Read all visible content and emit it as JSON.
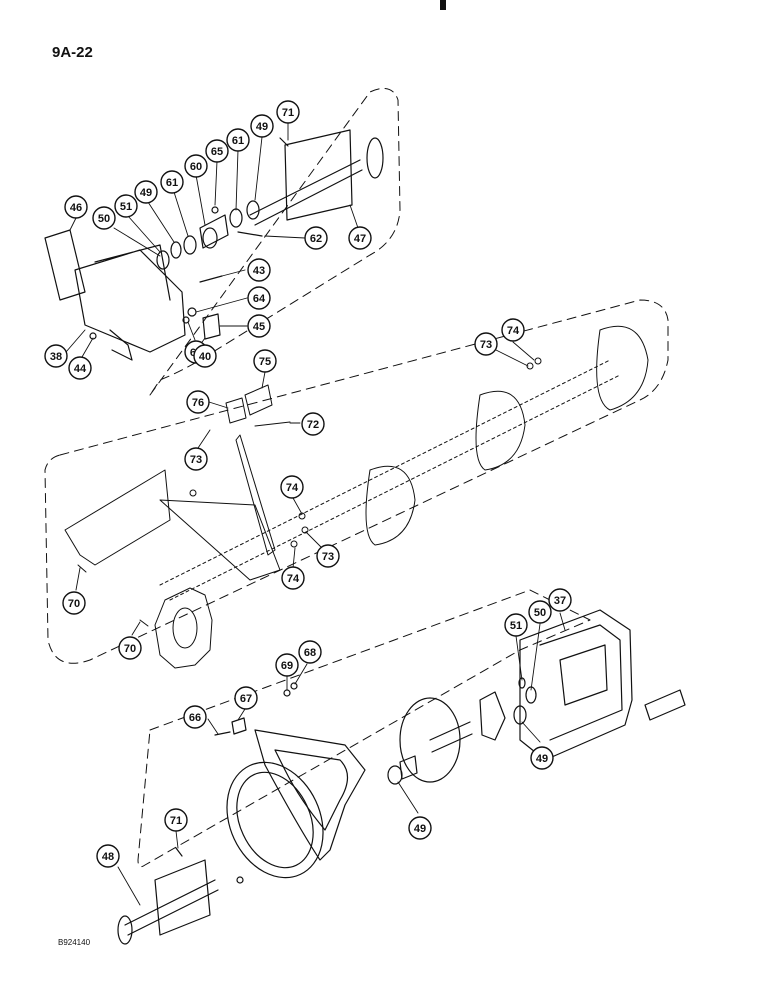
{
  "page_label": "9A-22",
  "figure_code": "B924140",
  "callouts": [
    {
      "id": "c71a",
      "label": "71"
    },
    {
      "id": "c49a",
      "label": "49"
    },
    {
      "id": "c61a",
      "label": "61"
    },
    {
      "id": "c65",
      "label": "65"
    },
    {
      "id": "c60",
      "label": "60"
    },
    {
      "id": "c61b",
      "label": "61"
    },
    {
      "id": "c49b",
      "label": "49"
    },
    {
      "id": "c51a",
      "label": "51"
    },
    {
      "id": "c50a",
      "label": "50"
    },
    {
      "id": "c46",
      "label": "46"
    },
    {
      "id": "c47",
      "label": "47"
    },
    {
      "id": "c62",
      "label": "62"
    },
    {
      "id": "c43",
      "label": "43"
    },
    {
      "id": "c64",
      "label": "64"
    },
    {
      "id": "c45",
      "label": "45"
    },
    {
      "id": "c38",
      "label": "38"
    },
    {
      "id": "c44",
      "label": "44"
    },
    {
      "id": "c63",
      "label": "63"
    },
    {
      "id": "c40",
      "label": "40"
    },
    {
      "id": "c74a",
      "label": "74"
    },
    {
      "id": "c73a",
      "label": "73"
    },
    {
      "id": "c75",
      "label": "75"
    },
    {
      "id": "c76",
      "label": "76"
    },
    {
      "id": "c72",
      "label": "72"
    },
    {
      "id": "c73b",
      "label": "73"
    },
    {
      "id": "c74b",
      "label": "74"
    },
    {
      "id": "c73c",
      "label": "73"
    },
    {
      "id": "c74c",
      "label": "74"
    },
    {
      "id": "c70a",
      "label": "70"
    },
    {
      "id": "c70b",
      "label": "70"
    },
    {
      "id": "c37",
      "label": "37"
    },
    {
      "id": "c51b",
      "label": "51"
    },
    {
      "id": "c50b",
      "label": "50"
    },
    {
      "id": "c69",
      "label": "69"
    },
    {
      "id": "c68",
      "label": "68"
    },
    {
      "id": "c67",
      "label": "67"
    },
    {
      "id": "c66",
      "label": "66"
    },
    {
      "id": "c49c",
      "label": "49"
    },
    {
      "id": "c49d",
      "label": "49"
    },
    {
      "id": "c71b",
      "label": "71"
    },
    {
      "id": "c48",
      "label": "48"
    }
  ]
}
